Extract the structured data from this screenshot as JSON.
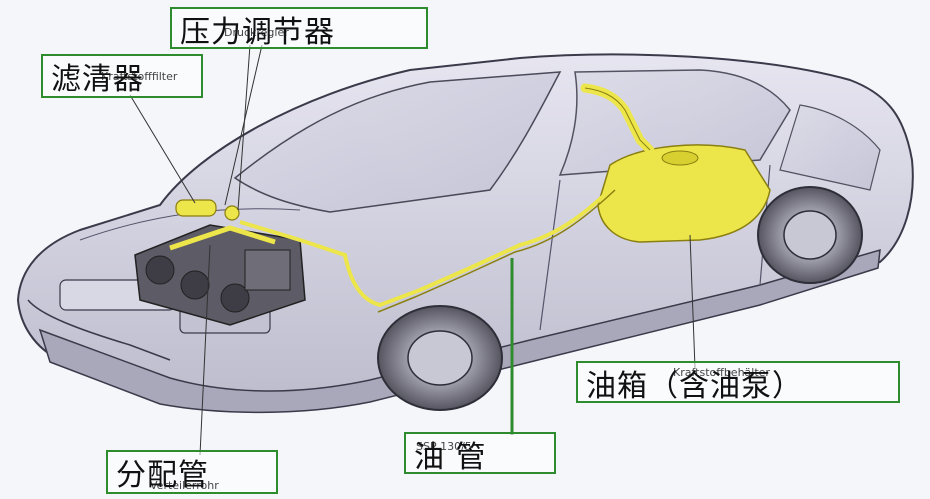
{
  "labels": {
    "pressure_regulator": {
      "zh": "压力调节器",
      "de": "Druckregler"
    },
    "filter": {
      "zh": "滤清器",
      "de": "Kraftstofffilter"
    },
    "fuel_tank": {
      "zh": "油箱（含油泵）",
      "de": "Kraftstoffbehälter"
    },
    "fuel_pipe": {
      "zh": "油 管",
      "de": "SSP 130/5"
    },
    "distribution_pipe": {
      "zh": "分配管",
      "de": "Verteilerrohr"
    }
  },
  "colors": {
    "fuel_system": "#ece64a",
    "label_border": "#2e8b2e",
    "car_body": "#c9c8d9",
    "car_outline": "#3a3a4a"
  }
}
